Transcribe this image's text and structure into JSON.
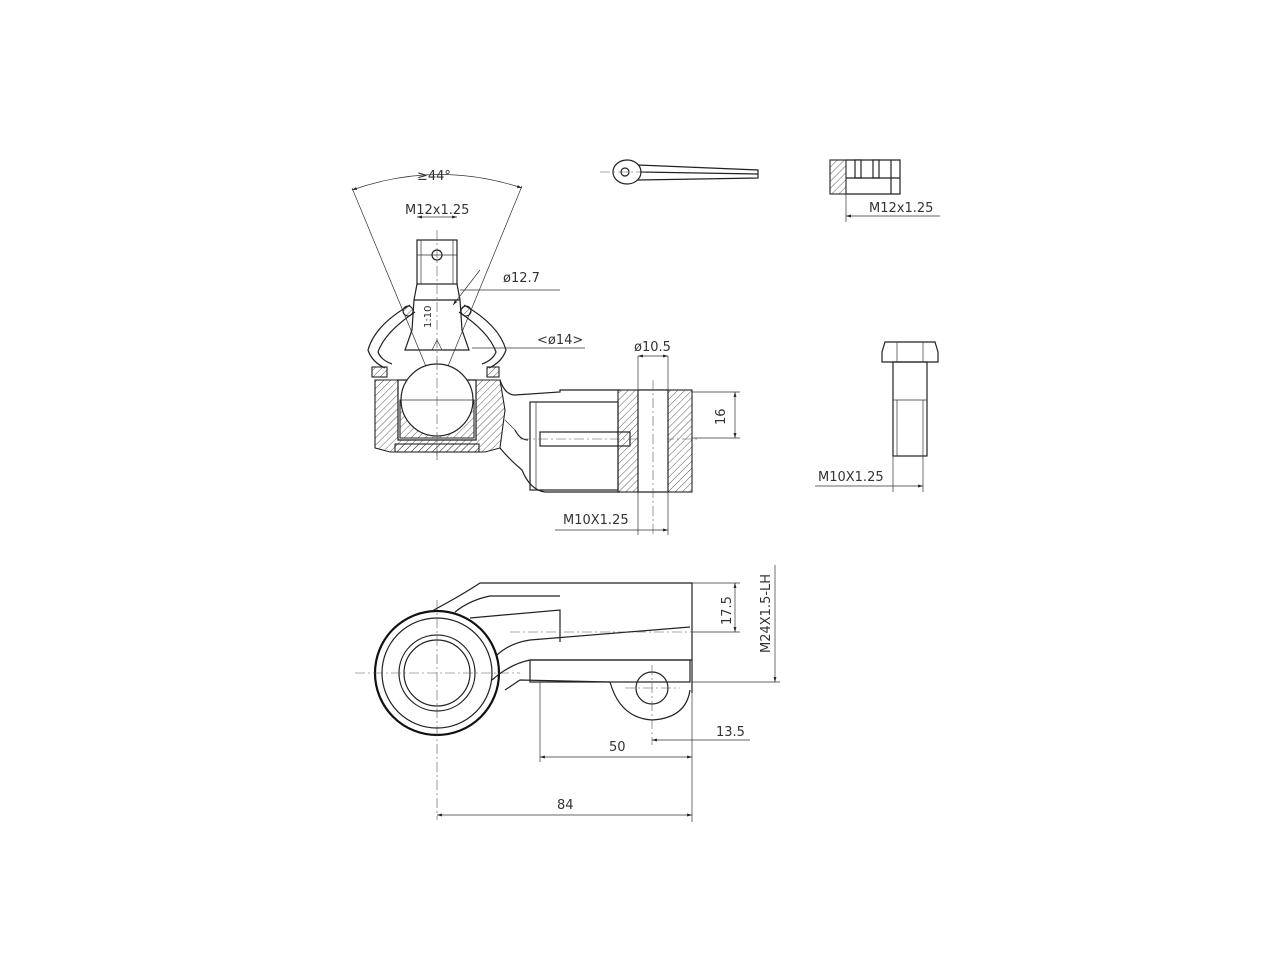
{
  "labels": {
    "angle": "≥44°",
    "thread_stud": "M12x1.25",
    "dia_stud": "ø12.7",
    "dia_boot": "<ø14>",
    "taper": "1:10",
    "dia_hole": "ø10.5",
    "dim_16": "16",
    "thread_side": "M10X1.25",
    "thread_nut": "M12x1.25",
    "thread_bolt": "M10X1.25",
    "dim_17_5": "17.5",
    "thread_housing": "M24X1.5-LH",
    "dim_13_5": "13.5",
    "dim_50": "50",
    "dim_84": "84"
  }
}
